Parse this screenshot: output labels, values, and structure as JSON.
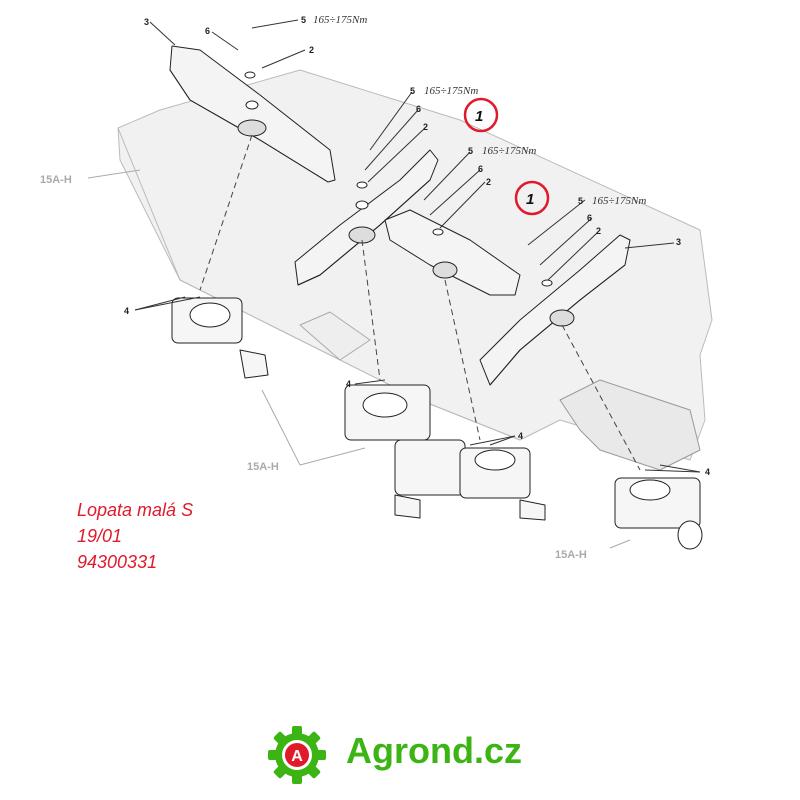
{
  "diagram": {
    "labels": {
      "part_1": "1",
      "part_2": "2",
      "part_3": "3",
      "part_4": "4",
      "part_5": "5",
      "part_6": "6",
      "torque": "165÷175Nm",
      "ref": "15A-H"
    },
    "callout_color": "#e01a2b",
    "line_color": "#222222"
  },
  "caption": {
    "line1": "Lopata malá S",
    "line2": "19/01",
    "line3": "94300331",
    "color": "#e01a2b"
  },
  "logo": {
    "text": "Agrond.cz",
    "badge_letter": "A",
    "gear_color": "#3cb414",
    "badge_color": "#e01a2b",
    "text_color": "#3cb414"
  }
}
